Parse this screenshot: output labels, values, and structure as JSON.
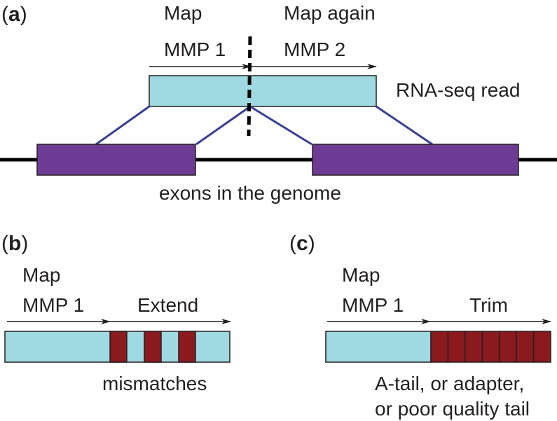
{
  "colors": {
    "read": "#9fd9e1",
    "exon": "#6e3b94",
    "mismatch": "#8b1a1e",
    "connector": "#3a3f94",
    "text": "#231f20"
  },
  "panel_a": {
    "label_open": "(",
    "label_letter": "a",
    "label_close": ")",
    "map_label": "Map",
    "map_again_label": "Map again",
    "mmp1_label": "MMP 1",
    "mmp2_label": "MMP 2",
    "read_label": "RNA-seq read",
    "exons_label": "exons in the genome"
  },
  "panel_b": {
    "label_open": "(",
    "label_letter": "b",
    "label_close": ")",
    "map_label": "Map",
    "mmp1_label": "MMP 1",
    "extend_label": "Extend",
    "mismatches_label": "mismatches",
    "mismatch_count": 3
  },
  "panel_c": {
    "label_open": "(",
    "label_letter": "c",
    "label_close": ")",
    "map_label": "Map",
    "mmp1_label": "MMP 1",
    "trim_label": "Trim",
    "tail_label_line1": "A-tail, or adapter,",
    "tail_label_line2": "or poor quality tail",
    "trimmed_segments": 7
  }
}
